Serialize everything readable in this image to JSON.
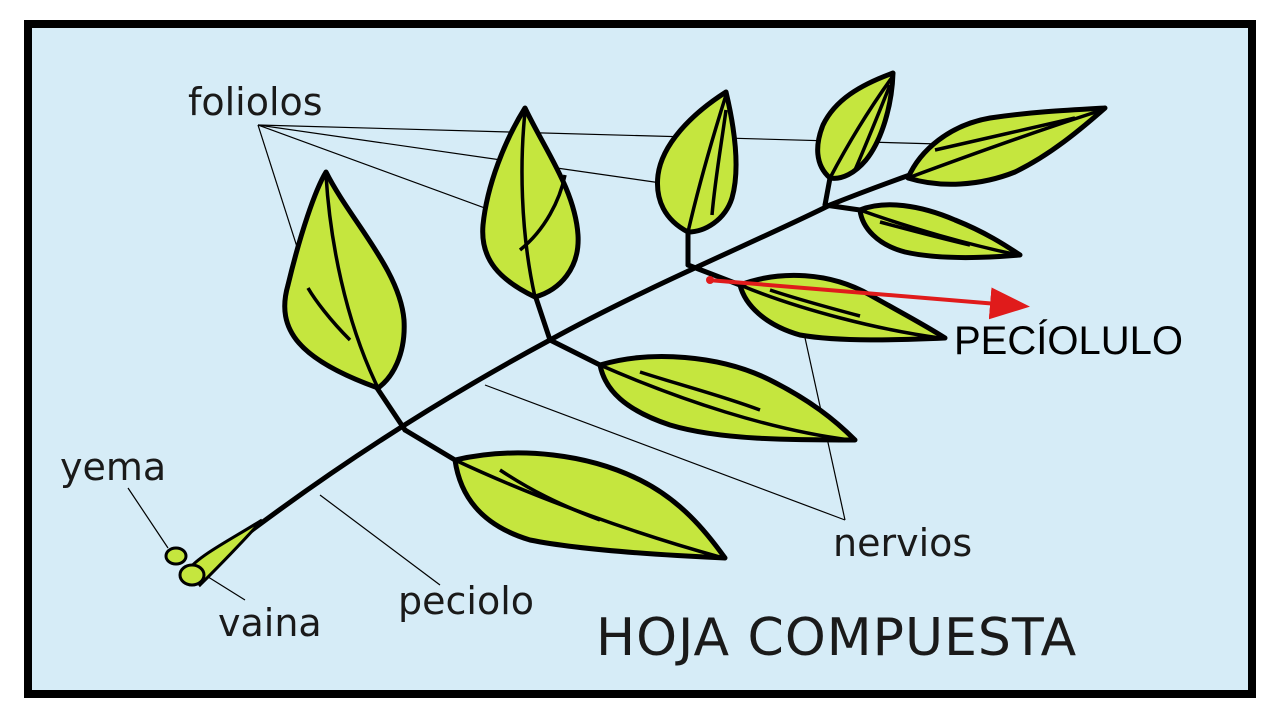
{
  "diagram": {
    "title": "HOJA COMPUESTA",
    "labels": {
      "foliolos": "foliolos",
      "yema": "yema",
      "vaina": "vaina",
      "peciolo": "peciolo",
      "nervios": "nervios",
      "peciolulo": "PECÍOLULO"
    },
    "colors": {
      "background": "#d6ecf7",
      "border": "#000000",
      "leaf": "#c5e63e",
      "arrow": "#e01b1b"
    }
  }
}
